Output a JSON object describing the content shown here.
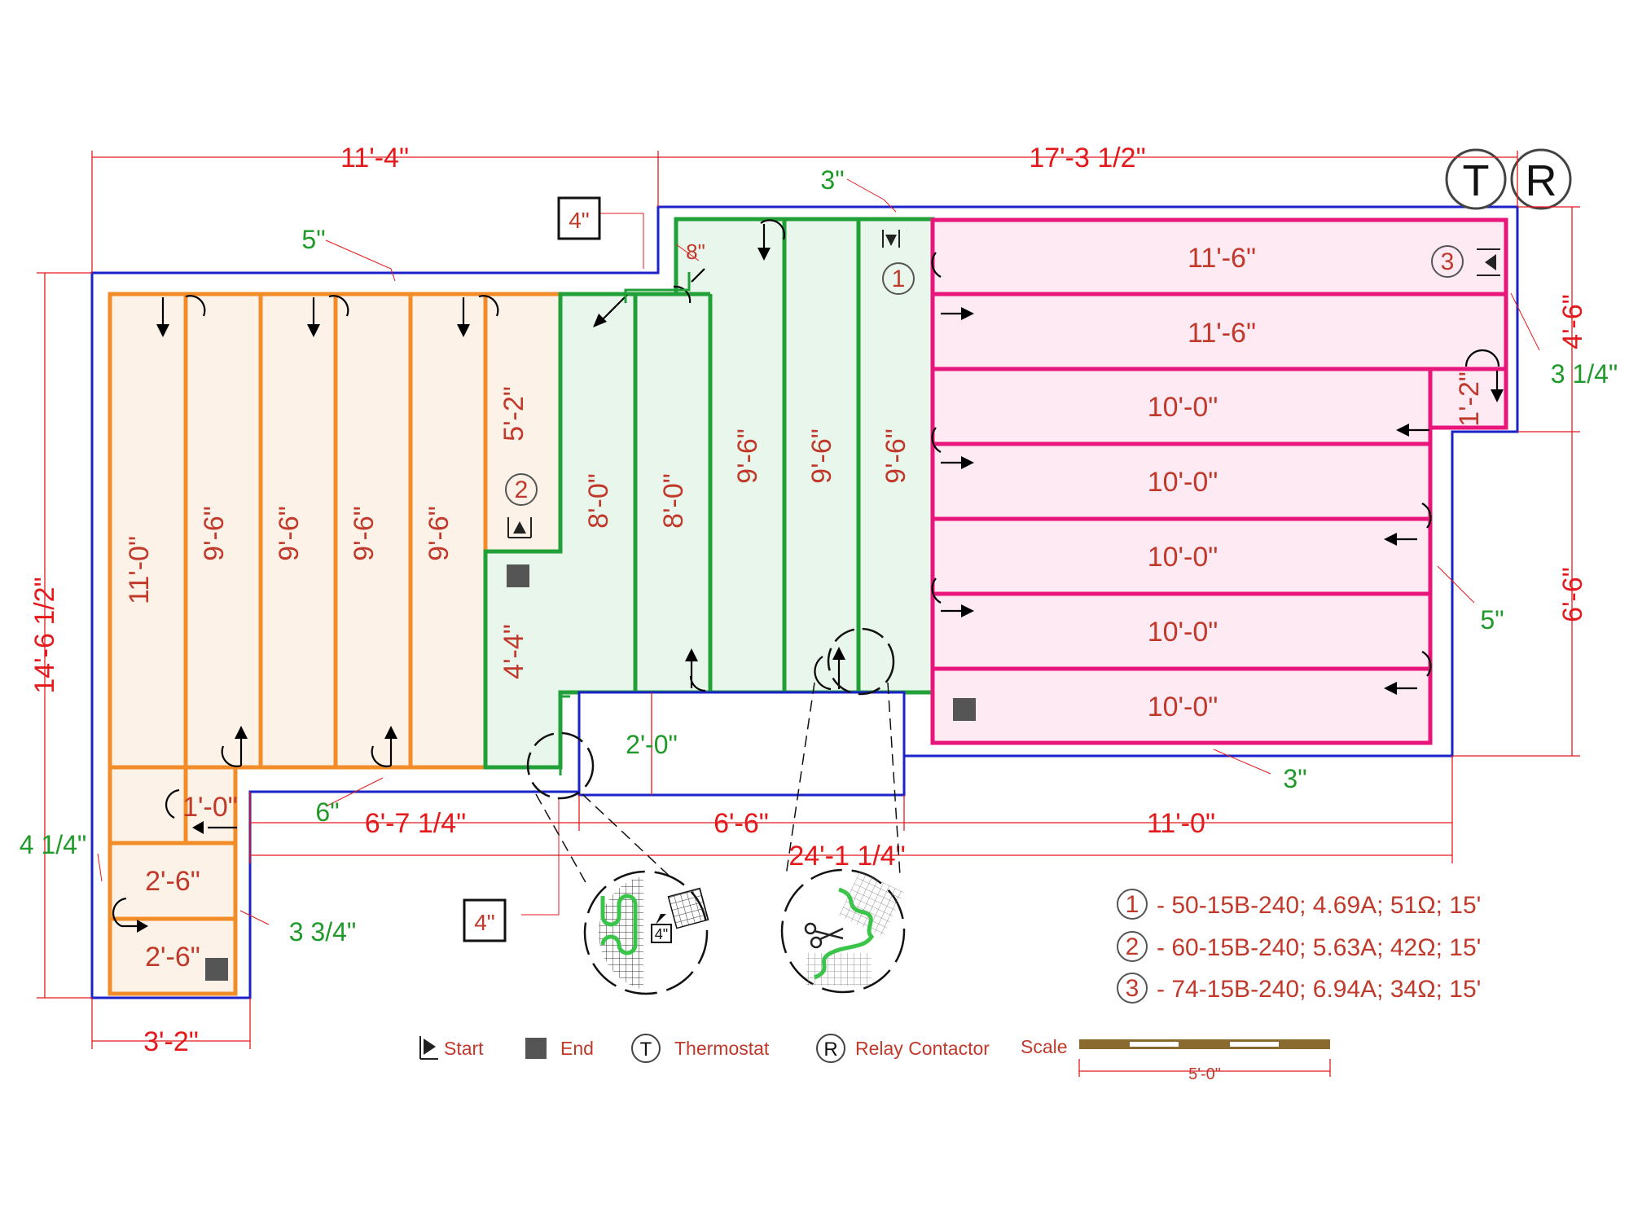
{
  "dimensions": {
    "top_left": "11'-4\"",
    "top_right": "17'-3 1/2\"",
    "left_total": "14'-6 1/2\"",
    "right_upper": "4'-6\"",
    "right_lower": "6'-6\"",
    "bottom_seg1": "6'-7 1/4\"",
    "bottom_seg2": "6'-6\"",
    "bottom_seg3": "11'-0\"",
    "bottom_total": "24'-1 1/4\"",
    "bottom_left": "3'-2\"",
    "notch_width": "2'-0\""
  },
  "offsets": {
    "top_3": "3\"",
    "left_5": "5\"",
    "right_3_1_4": "3 1/4\"",
    "right_5": "5\"",
    "bottom_3": "3\"",
    "bottom_6": "6\"",
    "left_4_1_4": "4 1/4\"",
    "left_3_3_4": "3 3/4\"",
    "box_4_top": "4\"",
    "box_4_bottom": "4\"",
    "gap_8": "8\"",
    "detail_4": "4\""
  },
  "zones": {
    "orange": {
      "color": "#f28c28",
      "fill": "#fdf2e7",
      "runs": [
        "11'-0\"",
        "9'-6\"",
        "9'-6\"",
        "9'-6\"",
        "9'-6\"",
        "5'-2\"",
        "4'-4\""
      ],
      "small_runs": [
        "1'-0\"",
        "2'-6\"",
        "2'-6\""
      ]
    },
    "green": {
      "color": "#22a038",
      "fill": "#e9f6ec",
      "runs": [
        "8'-0\"",
        "8'-0\"",
        "9'-6\"",
        "9'-6\"",
        "9'-6\""
      ]
    },
    "pink": {
      "color": "#e8157a",
      "fill": "#fdeaf3",
      "runs": [
        "11'-6\"",
        "11'-6\"",
        "10'-0\"",
        "10'-0\"",
        "10'-0\"",
        "10'-0\"",
        "10'-0\""
      ],
      "small_runs": [
        "1'-2\""
      ]
    }
  },
  "markers": {
    "thermostat": "T",
    "relay": "R",
    "cable_1": "1",
    "cable_2": "2",
    "cable_3": "3"
  },
  "cables": [
    {
      "num": "1",
      "text": "- 50-15B-240; 4.69A; 51Ω; 15'"
    },
    {
      "num": "2",
      "text": "- 60-15B-240; 5.63A; 42Ω; 15'"
    },
    {
      "num": "3",
      "text": "- 74-15B-240; 6.94A; 34Ω; 15'"
    }
  ],
  "legend": {
    "start": "Start",
    "end": "End",
    "thermostat": "Thermostat",
    "thermostat_symbol": "T",
    "relay": "Relay Contactor",
    "relay_symbol": "R",
    "scale": "Scale",
    "scale_value": "5'-0\""
  },
  "colors": {
    "outline": "#1a22c8",
    "dimension": "#e4191c",
    "offset": "#1f9a2a"
  }
}
